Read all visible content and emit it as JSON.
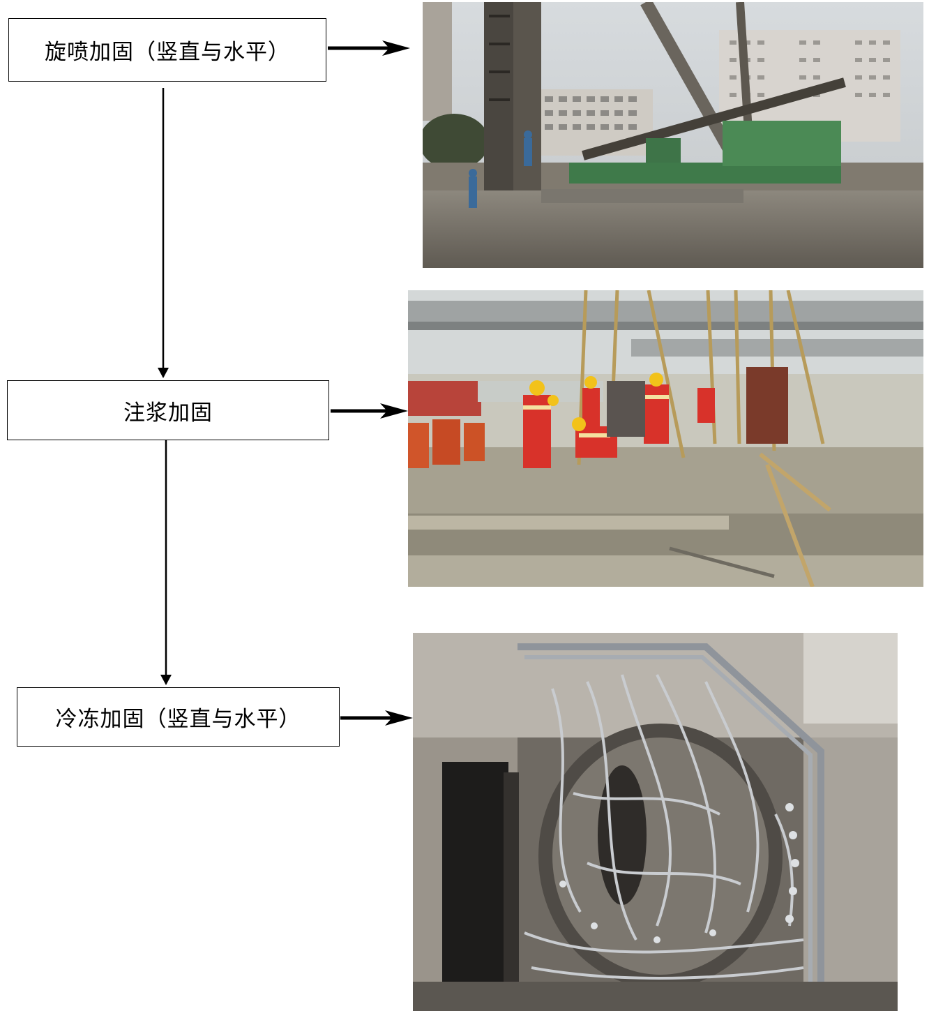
{
  "steps": [
    {
      "label": "旋喷加固（竖直与水平）"
    },
    {
      "label": "注浆加固"
    },
    {
      "label": "冷冻加固（竖直与水平）"
    }
  ],
  "photos": [
    {
      "subject": "jet-grouting-rig"
    },
    {
      "subject": "grouting-crew"
    },
    {
      "subject": "freezing-pipes-tunnel"
    }
  ],
  "colors": {
    "line": "#000000",
    "box_border": "#000000"
  }
}
